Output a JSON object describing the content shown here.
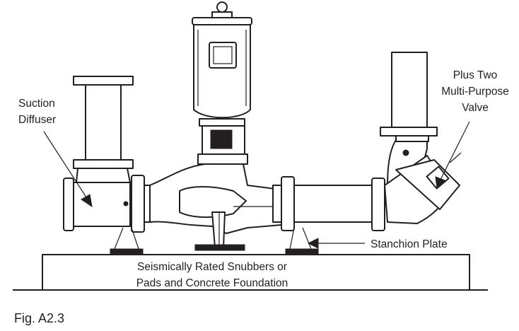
{
  "labels": {
    "suction_diffuser_line1": "Suction",
    "suction_diffuser_line2": "Diffuser",
    "valve_line1": "Plus Two",
    "valve_line2": "Multi-Purpose",
    "valve_line3": "Valve",
    "stanchion_plate": "Stanchion Plate",
    "foundation_line1": "Seismically Rated Snubbers or",
    "foundation_line2": "Pads and Concrete Foundation"
  },
  "caption": "Fig. A2.3"
}
